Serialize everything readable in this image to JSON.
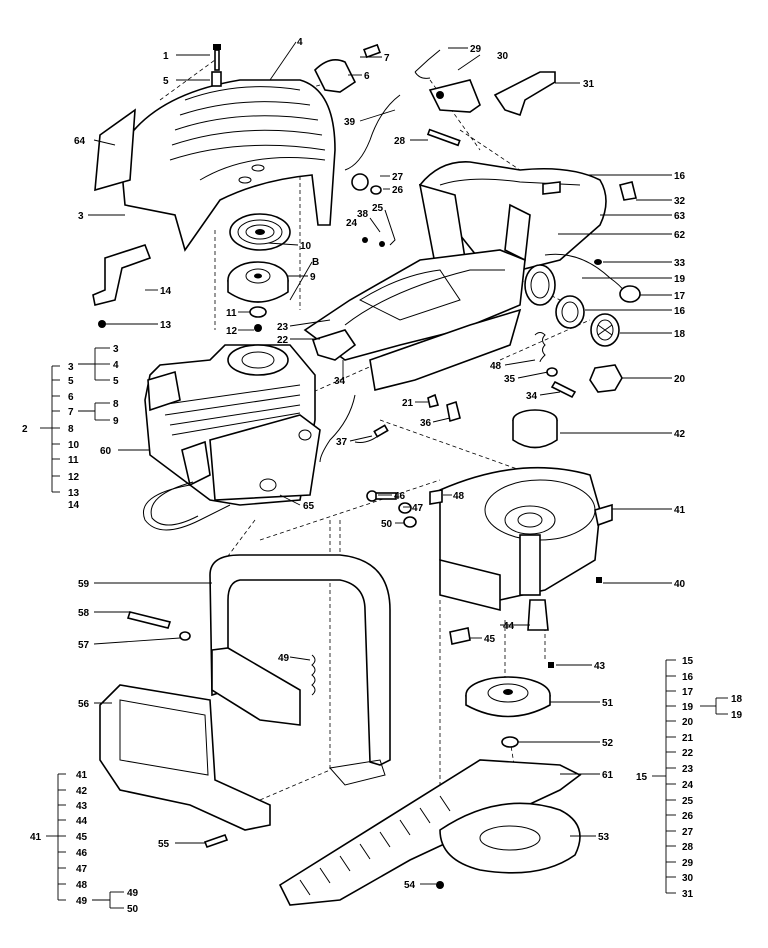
{
  "labels": {
    "p1": "1",
    "p4": "4",
    "p7": "7",
    "p29": "29",
    "p30": "30",
    "p5": "5",
    "p6": "6",
    "p31": "31",
    "p64": "64",
    "p39": "39",
    "p28": "28",
    "p15": "15",
    "p27": "27",
    "p26": "26",
    "p32": "32",
    "p63": "63",
    "p3": "3",
    "p10": "10",
    "p24": "24",
    "p38": "38",
    "p25": "25",
    "p62": "62",
    "p33": "33",
    "p9": "9",
    "p8": "B",
    "p19a": "19",
    "p17": "17",
    "p14": "14",
    "p11": "11",
    "p16a": "16",
    "p13": "13",
    "p12": "12",
    "p23": "23",
    "p22": "22",
    "p18": "18",
    "p34a": "34",
    "p48a": "48",
    "p35": "35",
    "p20": "20",
    "p34b": "34",
    "p21": "21",
    "p36": "36",
    "p42": "42",
    "p37": "37",
    "p60": "60",
    "p65": "65",
    "p46": "46",
    "p48b": "48",
    "p41": "41",
    "p47": "47",
    "p50": "50",
    "p40": "40",
    "p59": "59",
    "p58": "58",
    "p45": "45",
    "p57": "57",
    "p44": "44",
    "p43": "43",
    "p49": "49",
    "p56": "56",
    "p51": "51",
    "p52": "52",
    "p61": "61",
    "p55": "55",
    "p53": "53",
    "p54": "54"
  },
  "group_engine": {
    "parent": "2",
    "items": [
      "3",
      "5",
      "6",
      "7",
      "8",
      "10",
      "11",
      "12",
      "13",
      "14"
    ],
    "sub_a": [
      "3",
      "4",
      "5"
    ],
    "sub_b": [
      "8",
      "9"
    ]
  },
  "group_handle": {
    "parent": "41",
    "items": [
      "41",
      "42",
      "43",
      "44",
      "45",
      "46",
      "47",
      "48",
      "49"
    ],
    "sub": [
      "49",
      "50"
    ]
  },
  "group_frame": {
    "parent": "15",
    "items": [
      "15",
      "16",
      "17",
      "19",
      "20",
      "21",
      "22",
      "23",
      "24",
      "25",
      "26",
      "27",
      "28",
      "29",
      "30",
      "31"
    ],
    "sub": [
      "18",
      "19"
    ]
  }
}
